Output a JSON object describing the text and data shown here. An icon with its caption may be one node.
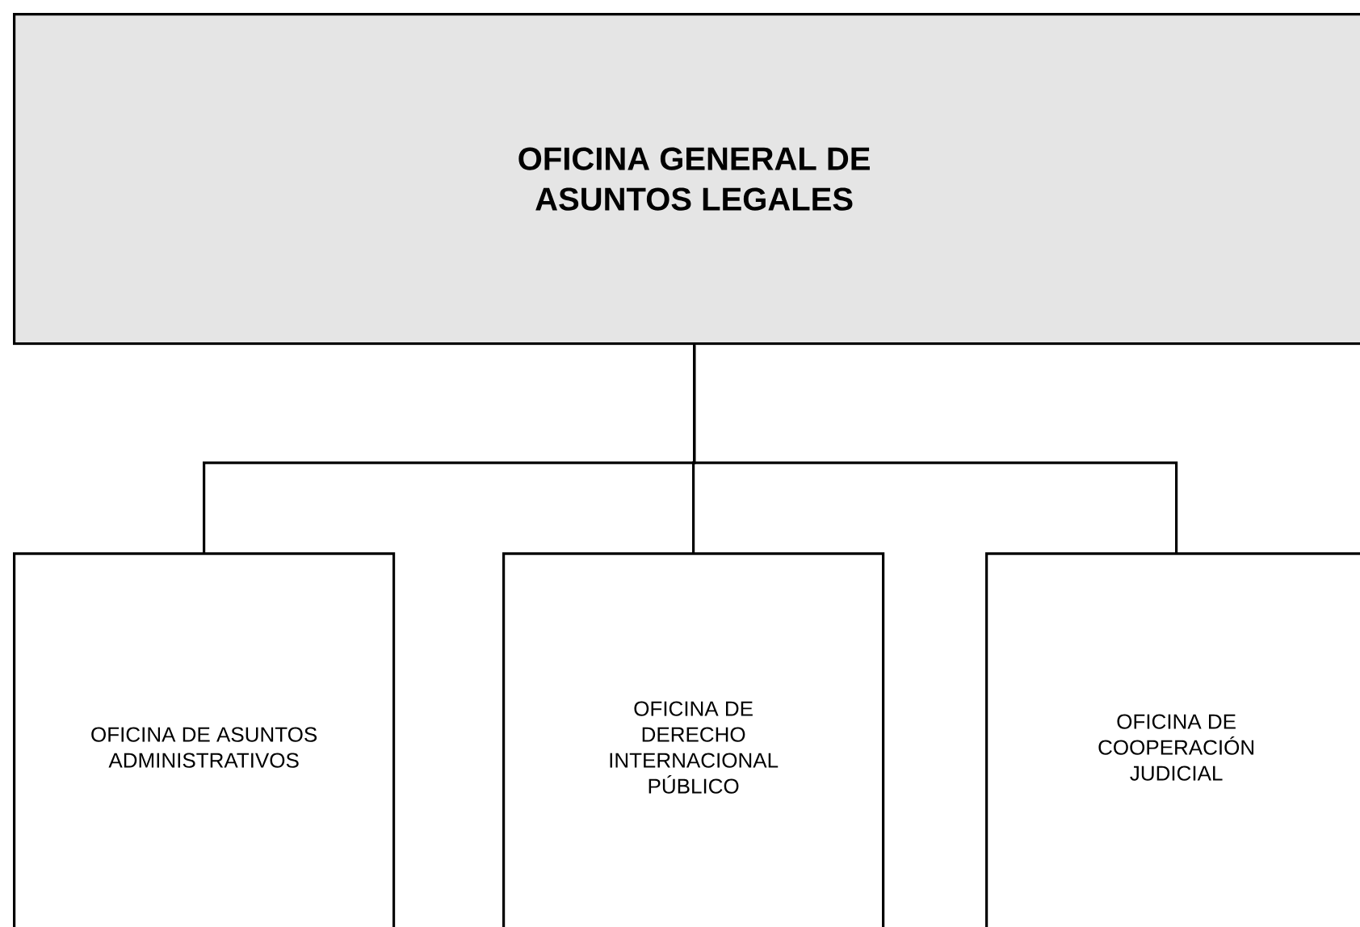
{
  "diagram": {
    "nodes": [
      {
        "text": [
          "OFICINA GENERAL DE ASUNTOS LEGALES"
        ]
      },
      {
        "text": [
          "OFICINA DE ASUNTOS ADMINISTRATIVOS"
        ]
      },
      {
        "text": [
          "OFICINA DE DERECHO INTERNACIONAL PÚBLICO"
        ]
      },
      {
        "text": [
          "OFICINA DE COOPERACIÓN JUDICIAL"
        ]
      }
    ],
    "edges": [
      {
        "from": 0,
        "to": 1,
        "arrow": "none"
      },
      {
        "from": 0,
        "to": 2,
        "arrow": "none"
      },
      {
        "from": 0,
        "to": 3,
        "arrow": "none"
      }
    ]
  }
}
